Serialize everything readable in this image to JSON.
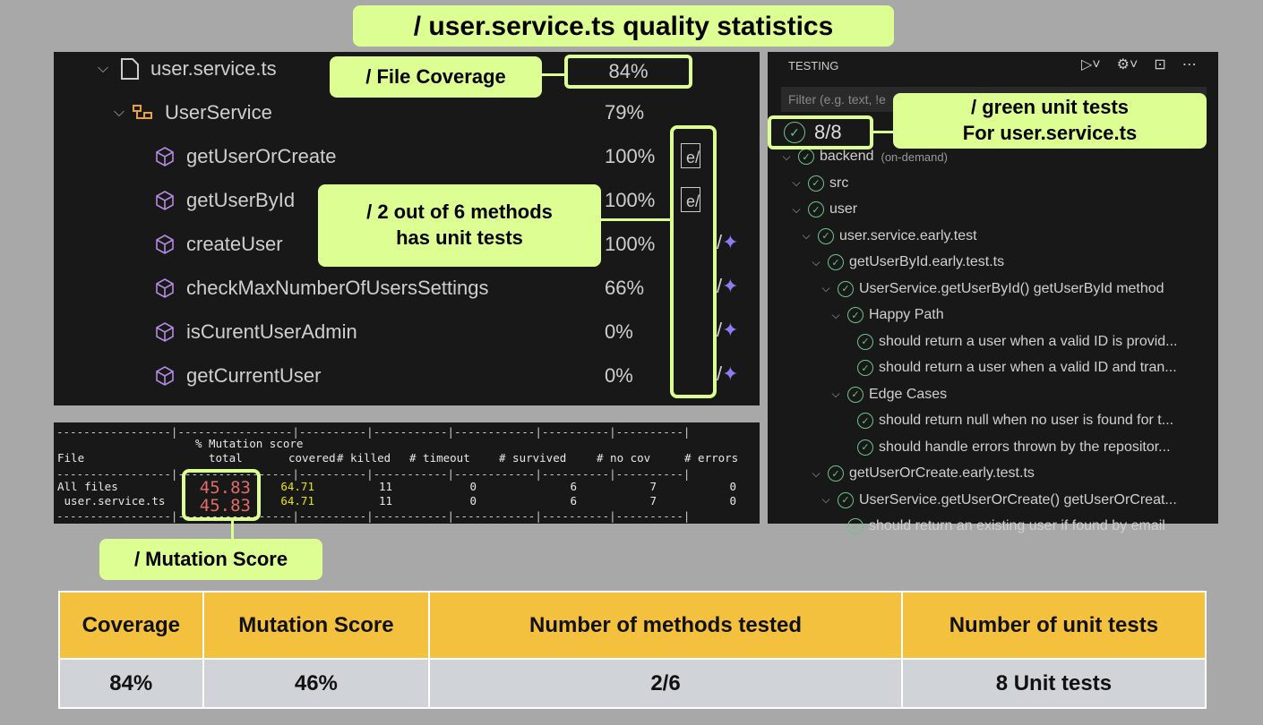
{
  "title": "/ user.service.ts quality statistics",
  "coverage_panel": {
    "file": {
      "name": "user.service.ts",
      "coverage": "84%"
    },
    "class": {
      "name": "UserService",
      "coverage": "79%"
    },
    "methods": [
      {
        "name": "getUserOrCreate",
        "coverage": "100%",
        "has_test": true
      },
      {
        "name": "getUserById",
        "coverage": "100%",
        "has_test": true
      },
      {
        "name": "createUser",
        "coverage": "100%",
        "has_test": false
      },
      {
        "name": "checkMaxNumberOfUsersSettings",
        "coverage": "66%",
        "has_test": false
      },
      {
        "name": "isCurentUserAdmin",
        "coverage": "0%",
        "has_test": false
      },
      {
        "name": "getCurrentUser",
        "coverage": "0%",
        "has_test": false
      }
    ]
  },
  "callouts": {
    "file_coverage": "/ File Coverage",
    "methods_line1": "/ 2 out of 6  methods",
    "methods_line2": "has unit tests",
    "green_line1": "/ green unit tests",
    "green_line2": "For user.service.ts",
    "mutation": "/ Mutation Score"
  },
  "testing": {
    "header": "TESTING",
    "filter_placeholder": "Filter (e.g. text, !e",
    "summary": "8/8",
    "tree": [
      {
        "label": "backend",
        "suffix": "(on-demand)",
        "depth": 0,
        "chevron": true
      },
      {
        "label": "src",
        "depth": 1,
        "chevron": true
      },
      {
        "label": "user",
        "depth": 1,
        "chevron": true
      },
      {
        "label": "user.service.early.test",
        "depth": 2,
        "chevron": true
      },
      {
        "label": "getUserById.early.test.ts",
        "depth": 3,
        "chevron": true
      },
      {
        "label": "UserService.getUserById() getUserById method",
        "depth": 4,
        "chevron": true
      },
      {
        "label": "Happy Path",
        "depth": 5,
        "chevron": true
      },
      {
        "label": "should return a user when a valid ID is provid...",
        "depth": 6,
        "chevron": false
      },
      {
        "label": "should return a user when a valid ID and tran...",
        "depth": 6,
        "chevron": false
      },
      {
        "label": "Edge Cases",
        "depth": 5,
        "chevron": true
      },
      {
        "label": "should return null when no user is found for t...",
        "depth": 6,
        "chevron": false
      },
      {
        "label": "should handle errors thrown by the repositor...",
        "depth": 6,
        "chevron": false
      },
      {
        "label": "getUserOrCreate.early.test.ts",
        "depth": 3,
        "chevron": true
      },
      {
        "label": "UserService.getUserOrCreate() getUserOrCreat...",
        "depth": 4,
        "chevron": true
      },
      {
        "label": "should return an existing user if found by email",
        "depth": 5,
        "chevron": false
      }
    ]
  },
  "mutation": {
    "header1": "% Mutation score",
    "columns": [
      "File",
      "total",
      "covered",
      "# killed",
      "# timeout",
      "# survived",
      "# no cov",
      "# errors"
    ],
    "rows": [
      {
        "file": "All files",
        "total": "45.83",
        "covered": "64.71",
        "killed": "11",
        "timeout": "0",
        "survived": "6",
        "nocov": "7",
        "errors": "0"
      },
      {
        "file": " user.service.ts",
        "total": "45.83",
        "covered": "64.71",
        "killed": "11",
        "timeout": "0",
        "survived": "6",
        "nocov": "7",
        "errors": "0"
      }
    ]
  },
  "summary_table": {
    "headers": [
      "Coverage",
      "Mutation Score",
      "Number of methods tested",
      "Number of unit tests"
    ],
    "values": [
      "84%",
      "46%",
      "2/6",
      "8 Unit tests"
    ]
  }
}
